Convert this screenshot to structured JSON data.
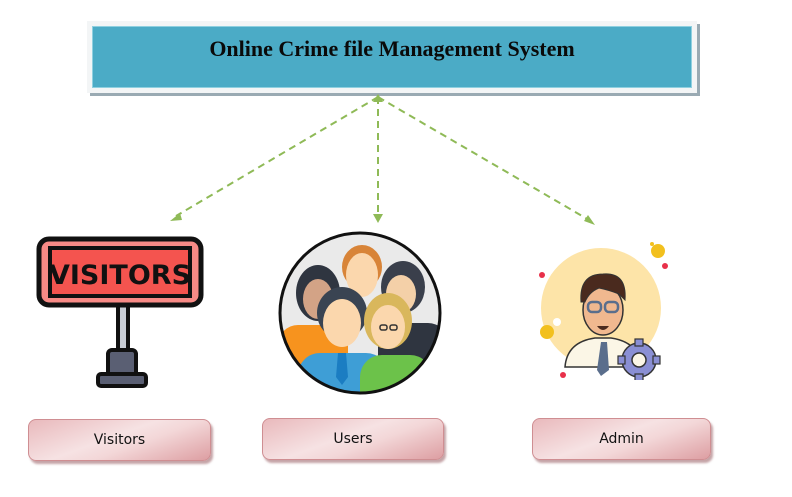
{
  "title": "Online Crime file Management System",
  "colors": {
    "title_bg": "#4babc6",
    "arrow": "#8fba57",
    "label_border": "#cf8e92",
    "visitor_sign": "#f4544f"
  },
  "actors": [
    {
      "id": "visitors",
      "label": "Visitors",
      "icon": "visitors-sign-icon",
      "sign_text": "VISITORS"
    },
    {
      "id": "users",
      "label": "Users",
      "icon": "users-group-icon"
    },
    {
      "id": "admin",
      "label": "Admin",
      "icon": "admin-gear-icon"
    }
  ]
}
